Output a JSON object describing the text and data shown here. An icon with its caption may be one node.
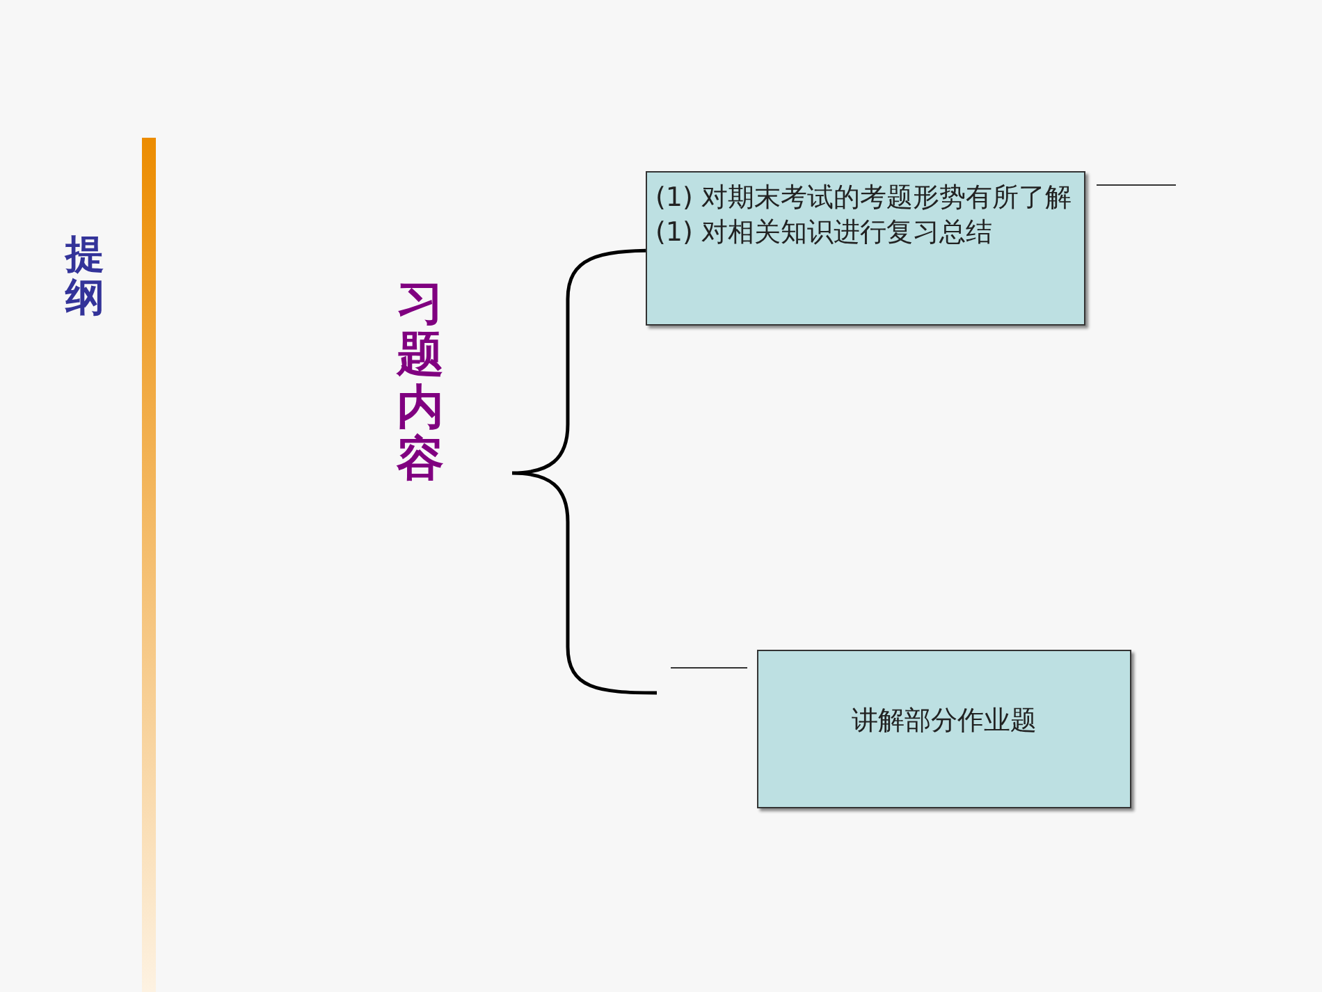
{
  "diagram": {
    "title": "提纲",
    "nodes": [
      {
        "text": [
          "(1) 对期末考试的考题形势有所了解",
          "(1) 对相关知识进行复习总结"
        ]
      },
      {
        "text": [
          "讲解部分作业题"
        ]
      }
    ],
    "edges": [],
    "labels": [
      "习题内容"
    ]
  }
}
